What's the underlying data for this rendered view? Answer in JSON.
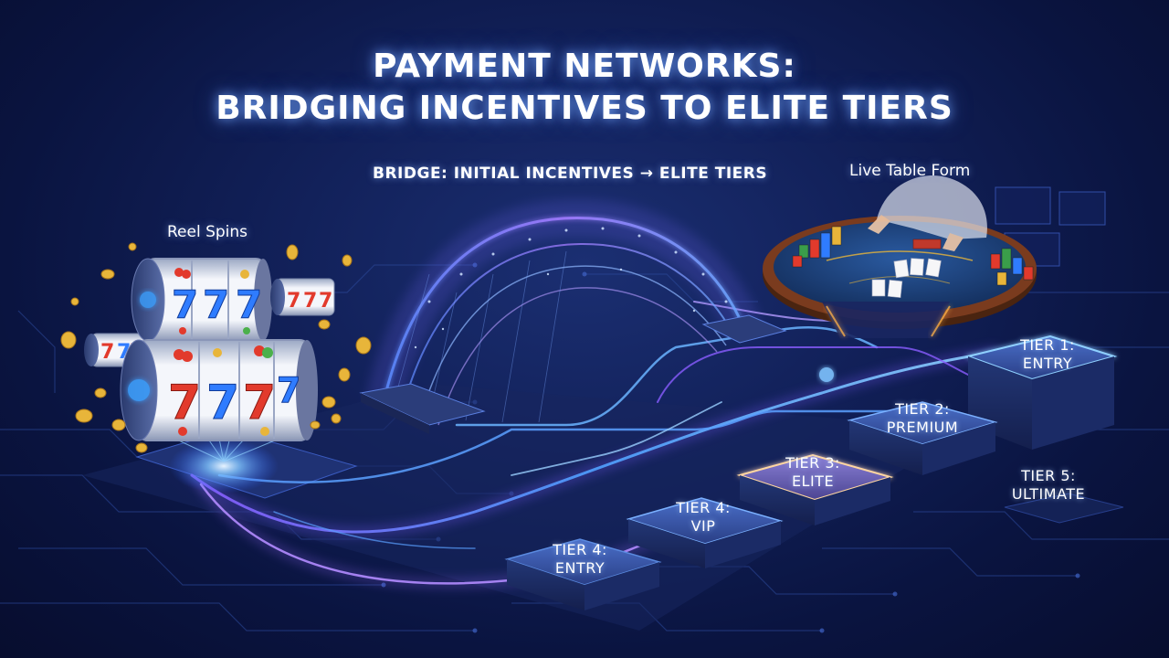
{
  "title": {
    "line1": "PAYMENT NETWORKS:",
    "line2": "BRIDGING INCENTIVES TO ELITE TIERS"
  },
  "labels": {
    "bridge": "BRIDGE: INITIAL INCENTIVES → ELITE TIERS",
    "reel_spins": "Reel Spins",
    "live_table": "Live Table Form"
  },
  "tiers": [
    {
      "line1": "TIER 1:",
      "line2": "ENTRY"
    },
    {
      "line1": "TIER 2:",
      "line2": "PREMIUM"
    },
    {
      "line1": "TIER 3:",
      "line2": "ELITE"
    },
    {
      "line1": "TIER 4:",
      "line2": "VIP"
    },
    {
      "line1": "TIER 4:",
      "line2": "ENTRY"
    },
    {
      "line1": "TIER 5:",
      "line2": "ULTIMATE"
    }
  ],
  "reel_symbols": [
    "7",
    "7",
    "7"
  ],
  "colors": {
    "background": "#0b1540",
    "glow_blue": "#5aa0ff",
    "glow_purple": "#9a6bff",
    "table_felt": "#1c3f7a",
    "table_rim": "#7a3b1e",
    "seven_red": "#e23a2c",
    "seven_blue": "#2f7cff",
    "coin_gold": "#e8b53a"
  }
}
